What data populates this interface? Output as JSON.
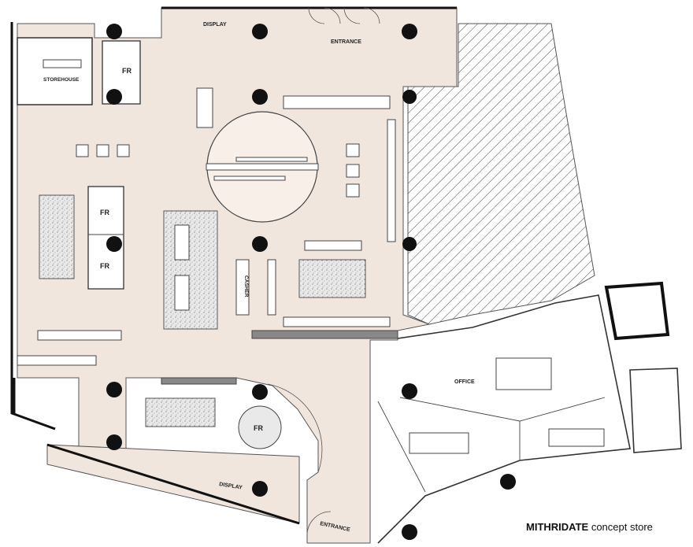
{
  "caption": {
    "brand": "MITHRIDATE",
    "suffix": "concept store"
  },
  "labels": {
    "display_top": "DISPLAY",
    "entrance_top": "ENTRANCE",
    "storehouse": "STOREHOUSE",
    "fr_top": "FR",
    "fr_mid1": "FR",
    "fr_mid2": "FR",
    "casher": "CASHER",
    "office": "OFFICE",
    "fr_round": "FR",
    "display_bottom": "DISPLAY",
    "entrance_bottom": "ENTRANCE"
  },
  "colors": {
    "floor": "#f1e6dd",
    "columns": "#111111",
    "walls": "#333333"
  }
}
